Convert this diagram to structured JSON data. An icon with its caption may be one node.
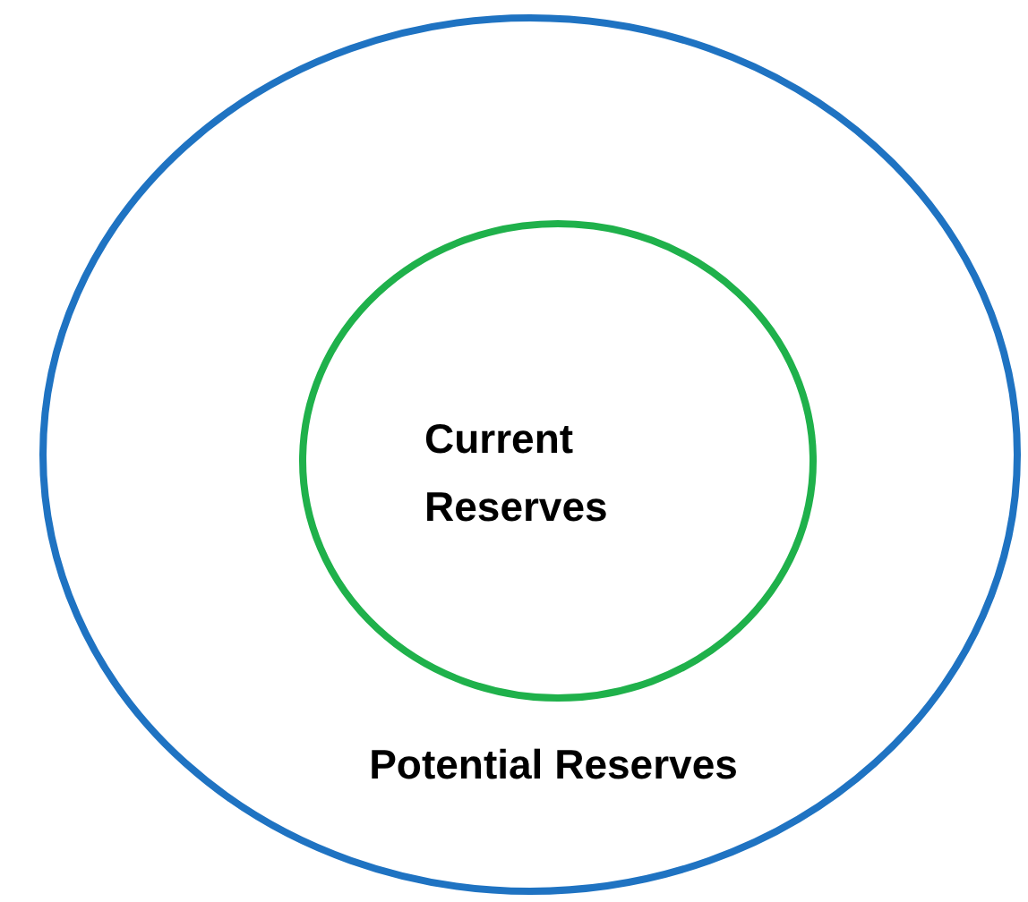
{
  "diagram": {
    "nodes": [
      {
        "text": [
          "Potential Reserves"
        ]
      },
      {
        "text": [
          "Current Reserves"
        ],
        "in": 0
      }
    ]
  }
}
